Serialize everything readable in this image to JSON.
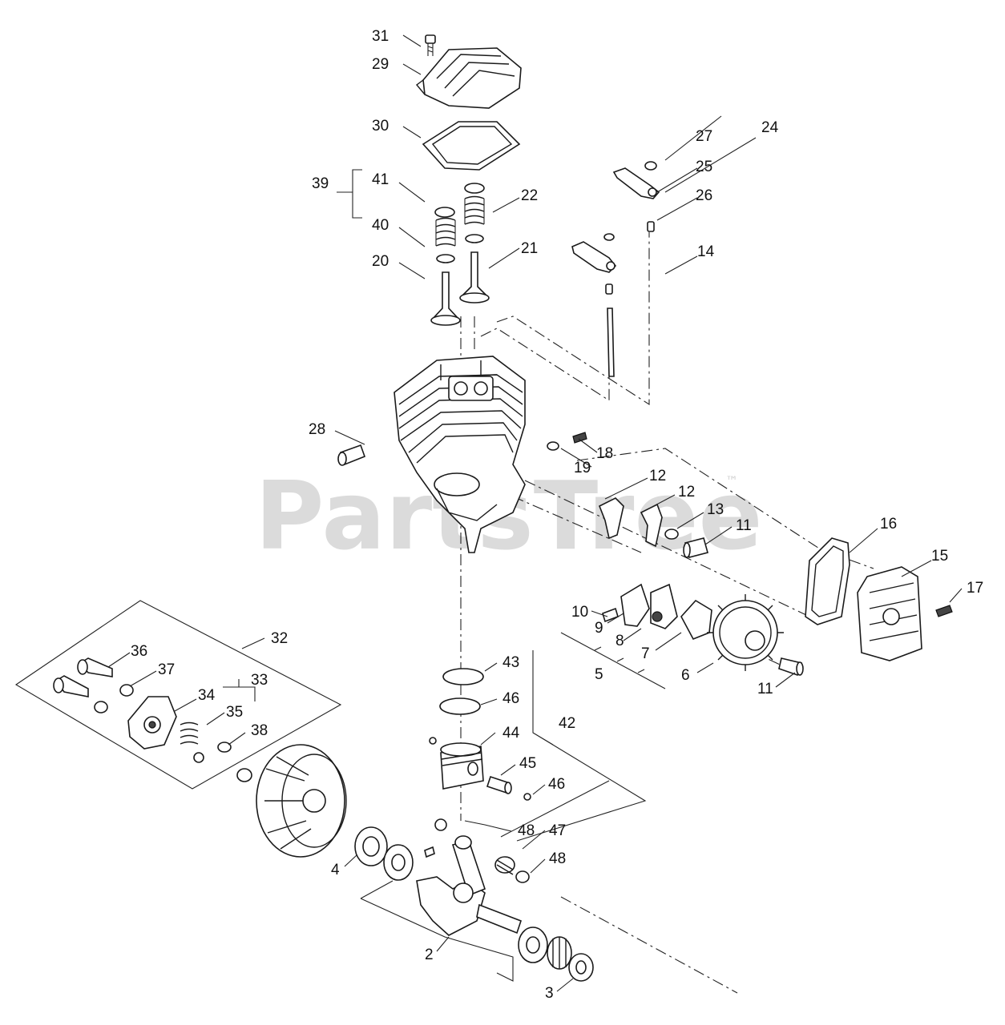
{
  "watermark": {
    "text": "PartsTree",
    "trademark": "™"
  },
  "callouts": {
    "c31": "31",
    "c29": "29",
    "c30": "30",
    "c39": "39",
    "c41": "41",
    "c40": "40",
    "c20": "20",
    "c21": "21",
    "c22": "22",
    "c27": "27",
    "c24": "24",
    "c25": "25",
    "c26": "26",
    "c14": "14",
    "c28": "28",
    "c18": "18",
    "c19": "19",
    "c12a": "12",
    "c12b": "12",
    "c13": "13",
    "c11a": "11",
    "c16": "16",
    "c15": "15",
    "c17": "17",
    "c10": "10",
    "c9": "9",
    "c8": "8",
    "c7": "7",
    "c5": "5",
    "c6": "6",
    "c11b": "11",
    "c32": "32",
    "c36": "36",
    "c37": "37",
    "c33": "33",
    "c34": "34",
    "c35": "35",
    "c38": "38",
    "c43": "43",
    "c46a": "46",
    "c44": "44",
    "c42": "42",
    "c45": "45",
    "c46b": "46",
    "c48a": "48",
    "c47": "47",
    "c48b": "48",
    "c4": "4",
    "c2": "2",
    "c3": "3"
  }
}
